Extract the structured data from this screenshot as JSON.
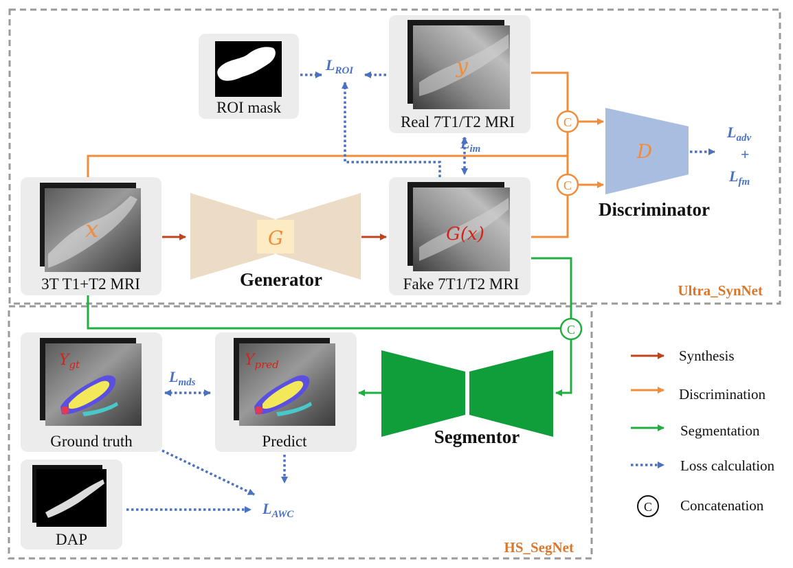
{
  "sections": {
    "upper": "Ultra_SynNet",
    "lower": "HS_SegNet"
  },
  "nodes": {
    "roi_mask": "ROI mask",
    "real_mri": "Real 7T1/T2 MRI",
    "input_mri": "3T T1+T2 MRI",
    "fake_mri": "Fake 7T1/T2 MRI",
    "generator": "Generator",
    "discriminator": "Discriminator",
    "segmentor": "Segmentor",
    "ground_truth": "Ground truth",
    "predict": "Predict",
    "dap": "DAP"
  },
  "symbols": {
    "x": "x",
    "y": "y",
    "g_x": "G(x)",
    "g": "G",
    "d": "D",
    "y_gt_main": "Y",
    "y_gt_sub": "gt",
    "y_pred_main": "Y",
    "y_pred_sub": "pred"
  },
  "losses": {
    "roi": {
      "main": "L",
      "sub": "ROI"
    },
    "im": {
      "main": "L",
      "sub": "im"
    },
    "adv": {
      "main": "L",
      "sub": "adv"
    },
    "plus": "+",
    "fm": {
      "main": "L",
      "sub": "fm"
    },
    "mds": {
      "main": "L",
      "sub": "mds"
    },
    "awc": {
      "main": "L",
      "sub": "AWC"
    }
  },
  "concat_symbol": "C",
  "legend": [
    {
      "label": "Synthesis",
      "style": "solid",
      "color": "#c0441b"
    },
    {
      "label": "Discrimination",
      "style": "solid",
      "color": "#f08c3a"
    },
    {
      "label": "Segmentation",
      "style": "solid",
      "color": "#1fae3f"
    },
    {
      "label": "Loss calculation",
      "style": "dotted",
      "color": "#4a72c0"
    },
    {
      "label": "Concatenation",
      "style": "circle",
      "color": "#111111"
    }
  ],
  "colors": {
    "synthesis": "#c0441b",
    "discrimination": "#f08c3a",
    "segmentation": "#1fae3f",
    "loss": "#4a72c0",
    "generator": "#ecdcc6",
    "generator_core": "#fdebc4",
    "discriminator": "#a9bde0",
    "segmentor": "#0f9e3a"
  }
}
